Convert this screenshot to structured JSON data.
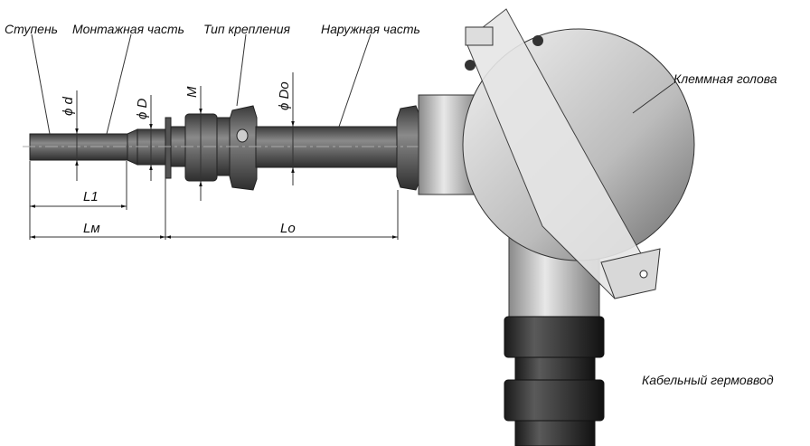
{
  "labels": {
    "step": "Ступень",
    "mounting_part": "Монтажная часть",
    "mount_type": "Тип крепления",
    "outer_part": "Наружная часть",
    "terminal_head": "Клеммная голова",
    "cable_gland": "Кабельный гермоввод"
  },
  "dimensions": {
    "d": "ϕ d",
    "D": "ϕ D",
    "M": "M",
    "Do": "ϕ Do",
    "L1": "L1",
    "Lm": "Lм",
    "Lo": "Lo"
  }
}
